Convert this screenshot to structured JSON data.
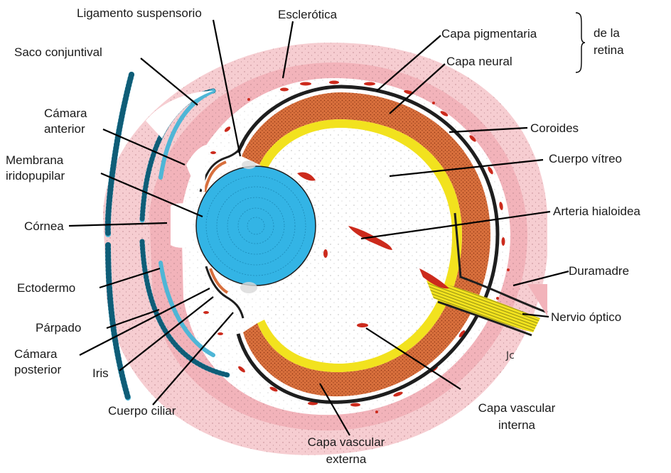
{
  "labels": {
    "ligamento": "Ligamento suspensorio",
    "esclerotica": "Esclerótica",
    "capa_pigmentaria": "Capa pigmentaria",
    "de_la": "de la",
    "retina": "retina",
    "capa_neural": "Capa neural",
    "saco_conjuntival": "Saco conjuntival",
    "camara_anterior_1": "Cámara",
    "camara_anterior_2": "anterior",
    "coroides": "Coroides",
    "membrana_1": "Membrana",
    "membrana_2": "iridopupilar",
    "cuerpo_vitreo": "Cuerpo vítreo",
    "cornea": "Córnea",
    "arteria_hialoidea": "Arteria hialoidea",
    "duramadre": "Duramadre",
    "ectodermo": "Ectodermo",
    "nervio_optico": "Nervio óptico",
    "parpado": "Párpado",
    "camara_posterior_1": "Cámara",
    "camara_posterior_2": "posterior",
    "iris": "Iris",
    "cuerpo_ciliar": "Cuerpo ciliar",
    "capa_vascular_interna_1": "Capa vascular",
    "capa_vascular_interna_2": "interna",
    "capa_vascular_externa_1": "Capa vascular",
    "capa_vascular_externa_2": "externa"
  },
  "colors": {
    "outer_pink": "#f6cdd1",
    "sclera_pink": "#f2b3ba",
    "retina_neural": "#d86f3c",
    "optic_nerve": "#f2e21e",
    "lens": "#33b4e5",
    "ectoderm": "#4fb6d6",
    "vessels": "#cc2a1c",
    "leader_line": "#000000"
  }
}
